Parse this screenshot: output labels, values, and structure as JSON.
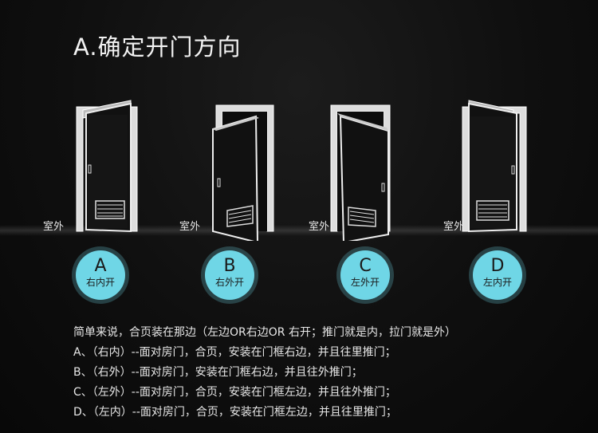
{
  "title": "A.确定开门方向",
  "outdoor_label": "室外",
  "doors": [
    {
      "letter": "A",
      "caption": "右内开"
    },
    {
      "letter": "B",
      "caption": "右外开"
    },
    {
      "letter": "C",
      "caption": "左外开"
    },
    {
      "letter": "D",
      "caption": "左内开"
    }
  ],
  "colors": {
    "badge": "#6fd6e6",
    "background": "#0d0d0d"
  },
  "description": [
    "简单来说，合页装在那边（左边OR右边OR 右开；推门就是内，拉门就是外）",
    "A、（右内）--面对房门，合页，安装在门框右边，并且往里推门；",
    "B、（右外）--面对房门，安装在门框右边，并且往外推门；",
    "C、（左外）--面对房门，合页，安装在门框左边，并且往外推门；",
    "D、（左内）--面对房门，合页，安装在门框左边，并且往里推门；"
  ]
}
